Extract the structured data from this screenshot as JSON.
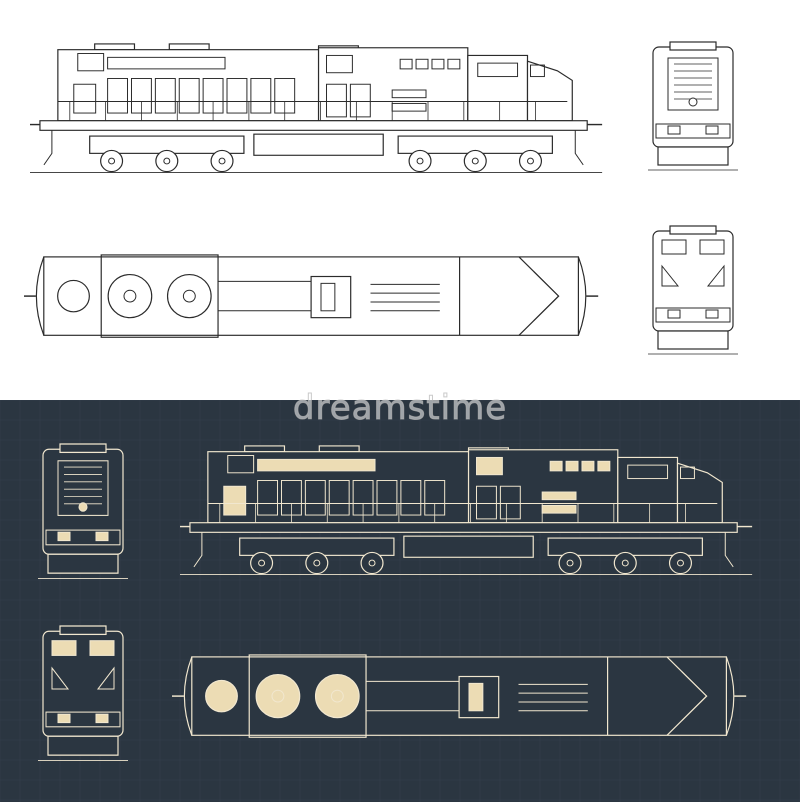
{
  "watermark": "dreamstime",
  "colors": {
    "light_bg": "#ffffff",
    "light_line": "#2b2b2b",
    "dark_bg": "#2b3641",
    "dark_line": "#f1e7cf",
    "dark_fill": "#ecdcb4",
    "grid": "#34404c"
  },
  "views": {
    "top": [
      "side-elevation",
      "top-plan",
      "front-view",
      "rear-view"
    ],
    "bottom": [
      "side-elevation",
      "top-plan",
      "front-view",
      "rear-view"
    ]
  }
}
